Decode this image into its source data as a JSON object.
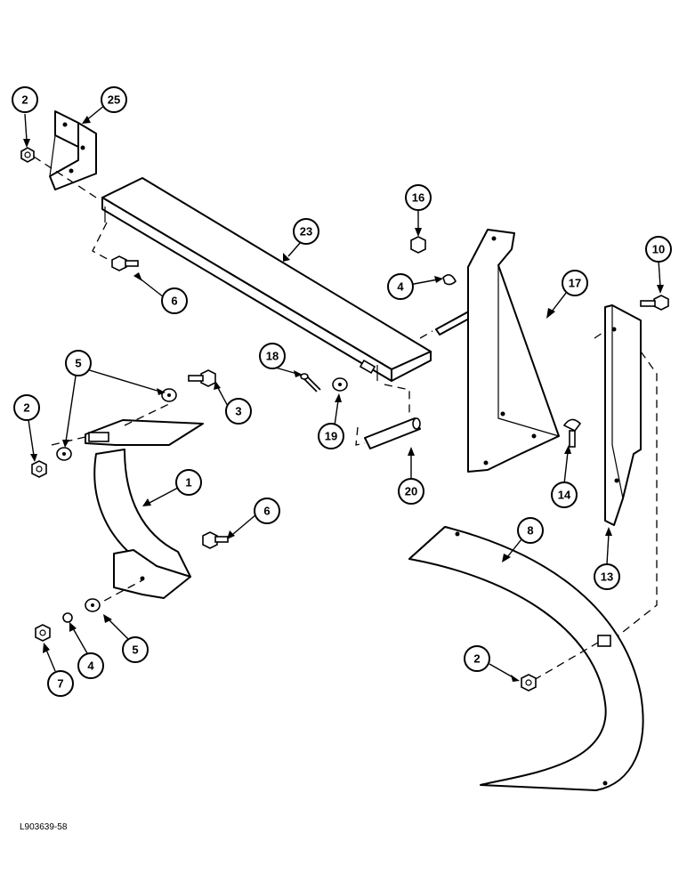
{
  "callouts": [
    {
      "id": "c-2a",
      "label": "2"
    },
    {
      "id": "c-25",
      "label": "25"
    },
    {
      "id": "c-23",
      "label": "23"
    },
    {
      "id": "c-6a",
      "label": "6"
    },
    {
      "id": "c-16",
      "label": "16"
    },
    {
      "id": "c-4a",
      "label": "4"
    },
    {
      "id": "c-17",
      "label": "17"
    },
    {
      "id": "c-10",
      "label": "10"
    },
    {
      "id": "c-5a",
      "label": "5"
    },
    {
      "id": "c-18",
      "label": "18"
    },
    {
      "id": "c-2b",
      "label": "2"
    },
    {
      "id": "c-3",
      "label": "3"
    },
    {
      "id": "c-19",
      "label": "19"
    },
    {
      "id": "c-1",
      "label": "1"
    },
    {
      "id": "c-20",
      "label": "20"
    },
    {
      "id": "c-14",
      "label": "14"
    },
    {
      "id": "c-6b",
      "label": "6"
    },
    {
      "id": "c-8",
      "label": "8"
    },
    {
      "id": "c-13",
      "label": "13"
    },
    {
      "id": "c-5b",
      "label": "5"
    },
    {
      "id": "c-4b",
      "label": "4"
    },
    {
      "id": "c-7",
      "label": "7"
    },
    {
      "id": "c-2c",
      "label": "2"
    }
  ],
  "reference_code": "L903639-58"
}
